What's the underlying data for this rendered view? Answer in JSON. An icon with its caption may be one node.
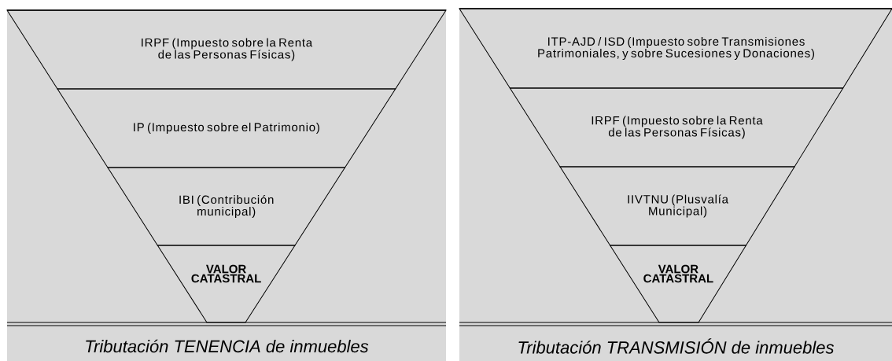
{
  "diagram": {
    "nodes": [
      {
        "text": [
          "Tributación TENENCIA de inmuebles"
        ]
      },
      {
        "text": [
          "IRPF (Impuesto sobre la Renta de las Personas Físicas)"
        ],
        "in": 0
      },
      {
        "text": [
          "IP (Impuesto sobre el Patrimonio)"
        ],
        "in": 0
      },
      {
        "text": [
          "IBI (Contribución municipal)"
        ],
        "in": 0
      },
      {
        "text": [
          "VALOR CATASTRAL"
        ],
        "in": 0
      },
      {
        "text": [
          "Tributación TRANSMISIÓN de inmuebles"
        ]
      },
      {
        "text": [
          "ITP-AJD / ISD (Impuesto sobre Transmisiones Patrimoniales, y sobre Sucesiones y Donaciones)"
        ],
        "in": 5
      },
      {
        "text": [
          "IRPF (Impuesto sobre la Renta de las Personas Físicas)"
        ],
        "in": 5
      },
      {
        "text": [
          "IIVTNU (Plusvalía Municipal)"
        ],
        "in": 5
      },
      {
        "text": [
          "VALOR CATASTRAL"
        ],
        "in": 5
      }
    ]
  }
}
